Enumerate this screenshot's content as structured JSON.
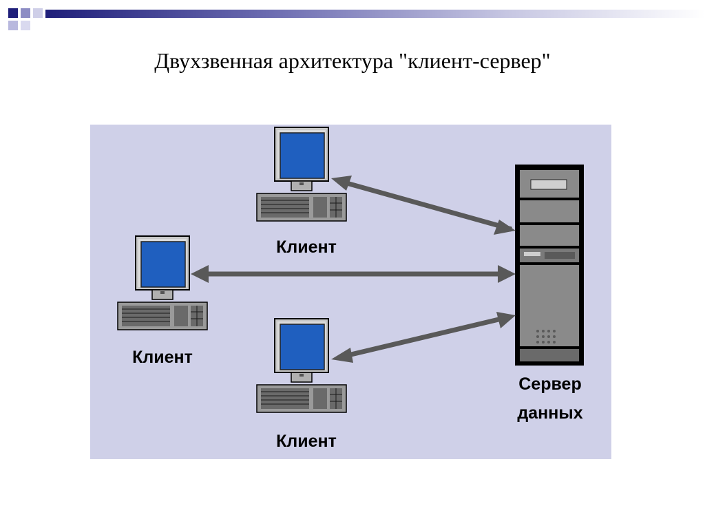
{
  "slide": {
    "title": "Двухзвенная архитектура \"клиент-сервер\""
  },
  "diagram": {
    "clients": [
      {
        "label": "Клиент"
      },
      {
        "label": "Клиент"
      },
      {
        "label": "Клиент"
      }
    ],
    "server": {
      "line1": "Сервер",
      "line2": "данных"
    },
    "colors": {
      "background": "#cfd0e8",
      "screen": "#1f5fbf",
      "case": "#c8c8c8",
      "arrow": "#595959",
      "server_body": "#000000"
    },
    "icons": [
      "computer-icon",
      "keyboard-icon",
      "server-tower-icon",
      "double-arrow-icon"
    ]
  }
}
